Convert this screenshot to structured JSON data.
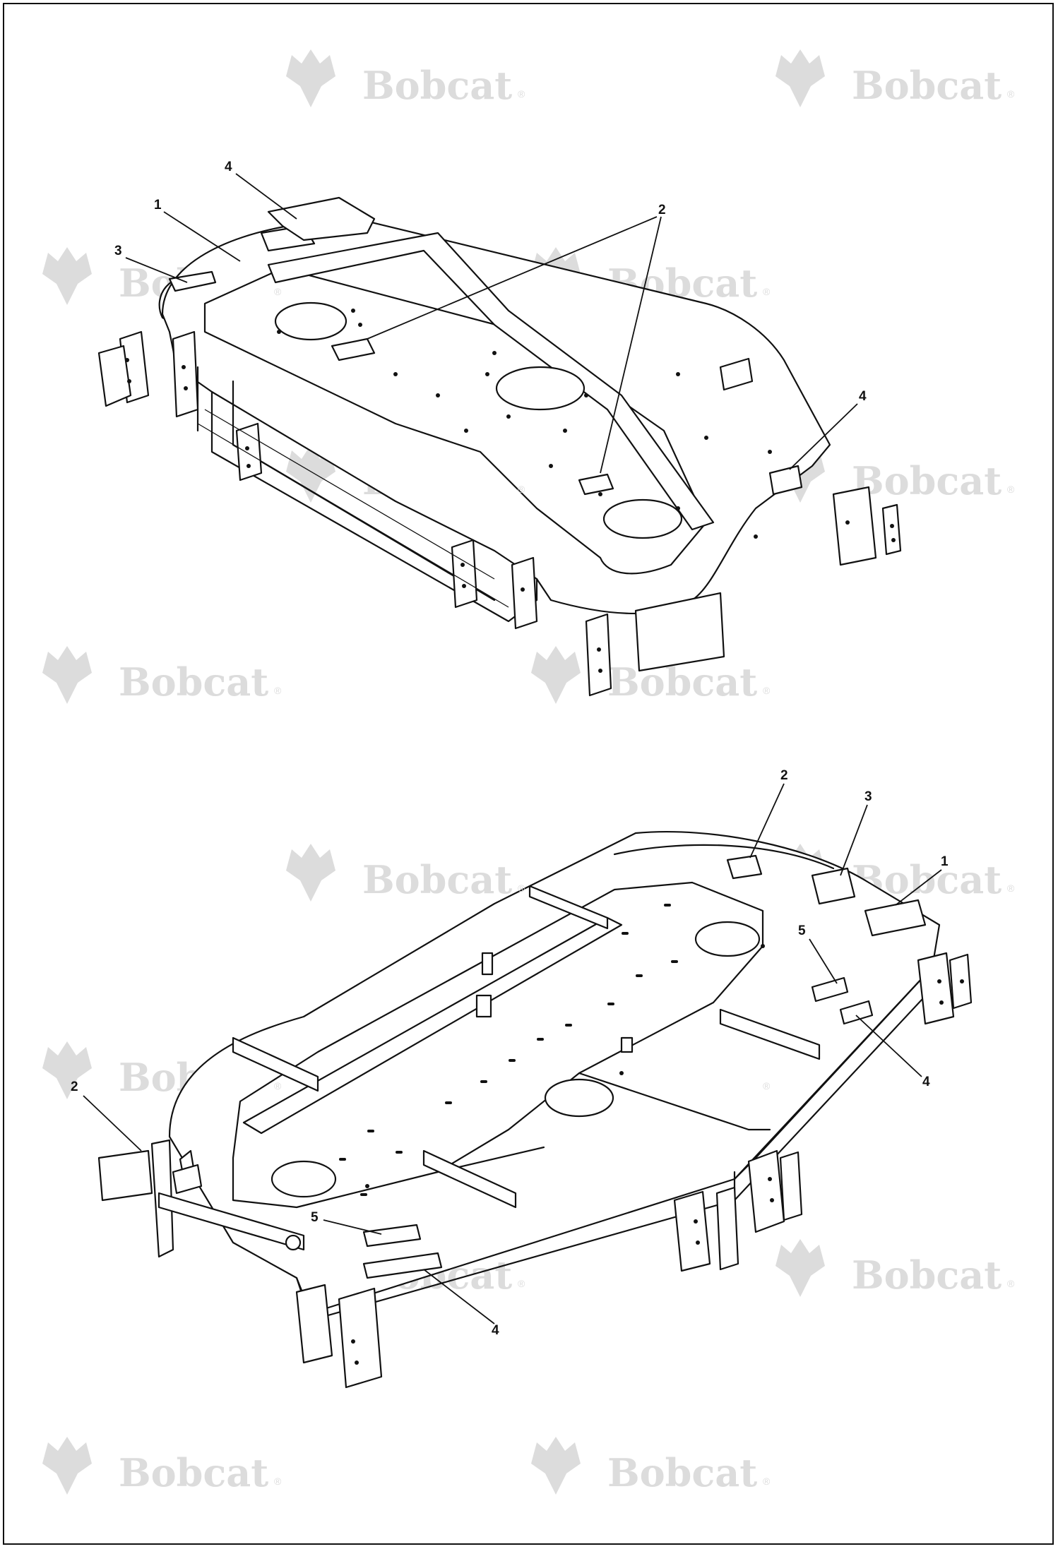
{
  "watermark": {
    "text": "Bobcat",
    "registered": "®",
    "color": "#d9d9d9"
  },
  "top_view": {
    "callouts": [
      "1",
      "2",
      "3",
      "4",
      "4"
    ]
  },
  "bottom_view": {
    "callouts": [
      "1",
      "2",
      "2",
      "3",
      "4",
      "4",
      "5",
      "5"
    ]
  }
}
